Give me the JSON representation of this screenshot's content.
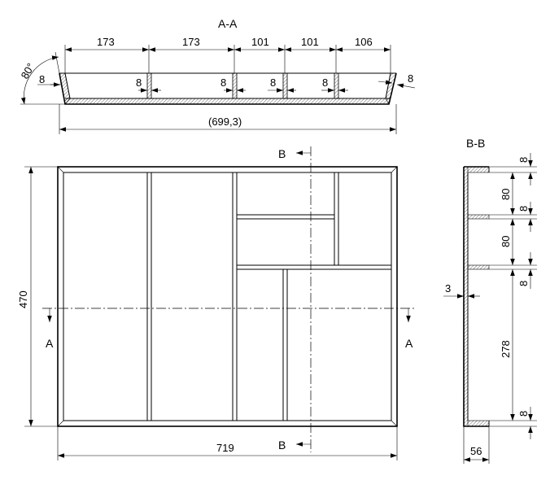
{
  "section_aa": {
    "title": "A-A",
    "dims_top": [
      "173",
      "173",
      "101",
      "101",
      "106"
    ],
    "overall": "(699,3)",
    "angle": "80°",
    "wall": "8"
  },
  "plan": {
    "width": "719",
    "height": "470",
    "cut_a": "A",
    "cut_b": "B"
  },
  "section_bb": {
    "title": "B-B",
    "vertical_dims": [
      "8",
      "80",
      "8",
      "80",
      "8",
      "278",
      "8"
    ],
    "wall": "3",
    "depth": "56"
  }
}
